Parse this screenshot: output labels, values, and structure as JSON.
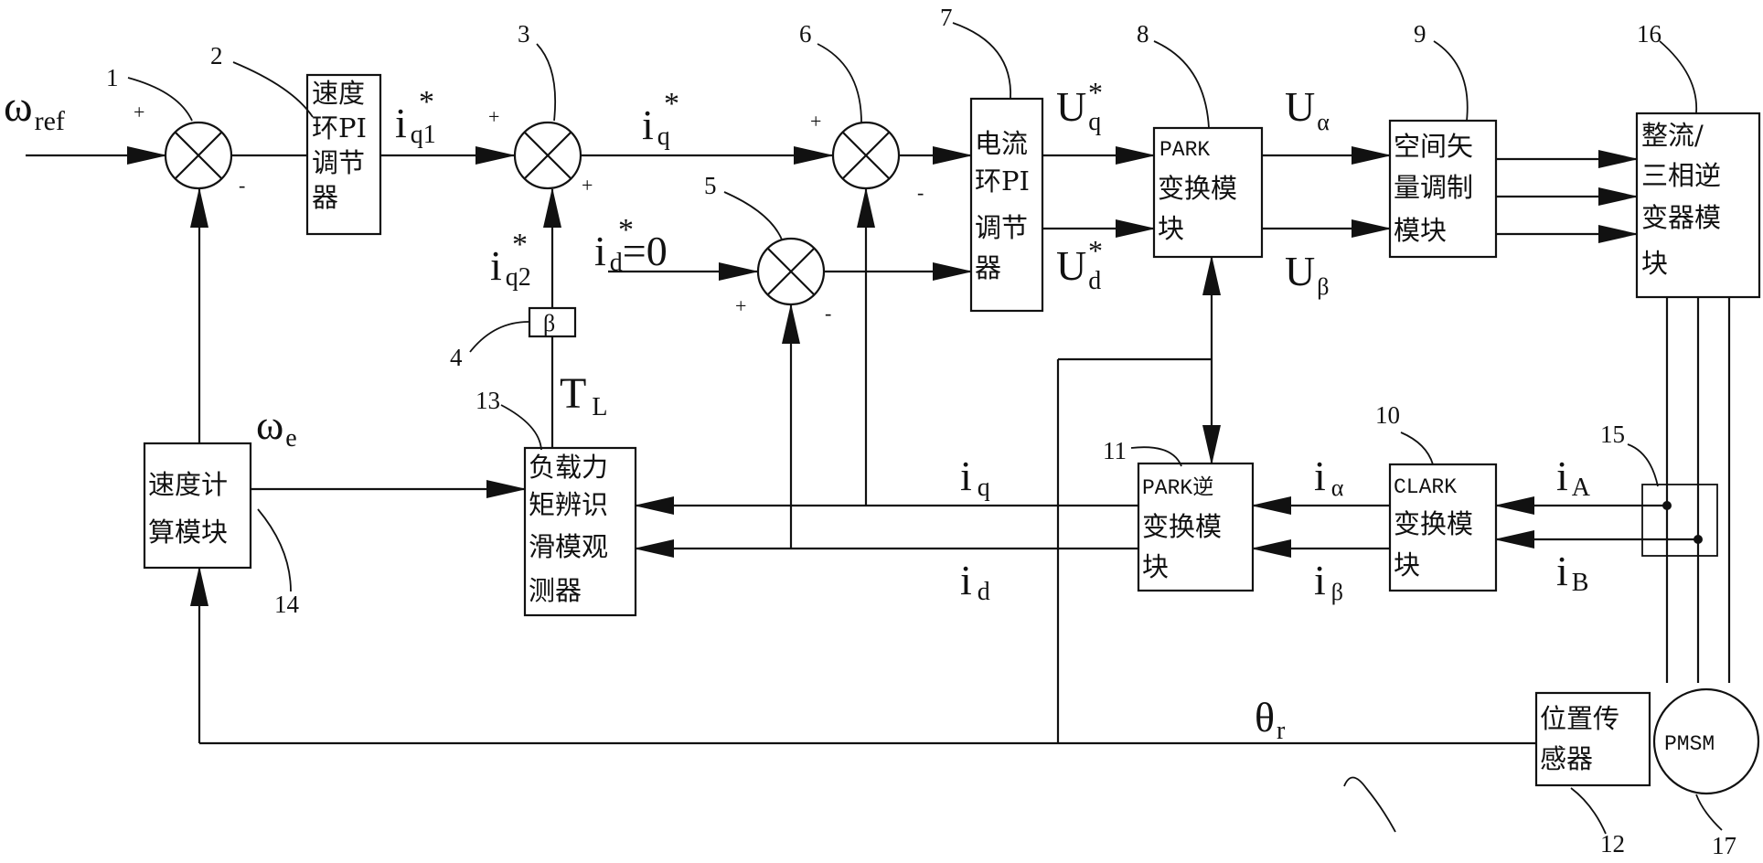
{
  "blocks": {
    "speed_pi": [
      "速度",
      "环PI",
      "调节",
      "器"
    ],
    "current_pi": [
      "电流",
      "环PI",
      "调节",
      "器"
    ],
    "park": [
      "PARK",
      "变换模",
      "块"
    ],
    "svm": [
      "空间矢",
      "量调制",
      "模块"
    ],
    "inverter": [
      "整流/",
      "三相逆",
      "变器模",
      "块"
    ],
    "speed_calc": [
      "速度计",
      "算模块"
    ],
    "observer": [
      "负载力",
      "矩辨识",
      "滑模观",
      "测器"
    ],
    "inv_park": [
      "PARK逆",
      "变换模",
      "块"
    ],
    "clark": [
      "CLARK",
      "变换模",
      "块"
    ],
    "position_sensor": [
      "位置传",
      "感器"
    ],
    "motor": "PMSM",
    "gain": "β"
  },
  "signals": {
    "omega": "ω",
    "sub_ref": "ref",
    "sub_e": "e",
    "i": "i",
    "star": "*",
    "sub_q1": "q1",
    "sub_q2": "q2",
    "sub_q": "q",
    "sub_d": "d",
    "eq_zero": "=0",
    "u": "U",
    "sub_alpha": "α",
    "sub_beta": "β",
    "t": "T",
    "sub_l": "L",
    "sub_a": "A",
    "sub_b": "B",
    "theta": "θ",
    "sub_r": "r"
  },
  "signs": {
    "plus": "+",
    "minus": "-"
  },
  "numbers": [
    "1",
    "2",
    "3",
    "4",
    "5",
    "6",
    "7",
    "8",
    "9",
    "10",
    "11",
    "12",
    "13",
    "14",
    "15",
    "16",
    "17"
  ]
}
